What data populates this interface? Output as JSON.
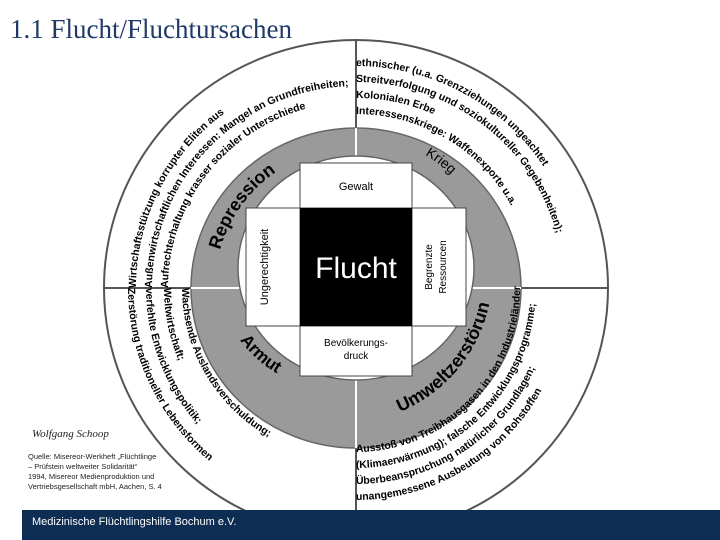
{
  "title": "1.1 Flucht/Fluchtursachen",
  "center": {
    "label": "Flucht",
    "top": "Gewalt",
    "left": "Ungerechtigkeit",
    "right_line1": "Begrenzte",
    "right_line2": "Ressourcen",
    "bottom_line1": "Bevölkerungs-",
    "bottom_line2": "druck"
  },
  "middle_ring": {
    "repression": "Repression",
    "krieg": "Krieg",
    "armut": "Armut",
    "umweltzerstoerung": "Umweltzerstörung"
  },
  "outer_ring": {
    "q1": [
      "Aufrechterhaltung krasser sozialer Unterschiede",
      "Außenwirtschaftlichen Interessen: Mangel an Grundfreiheiten;",
      "Wirtschaftsstützung korrupter Eliten aus"
    ],
    "q2": [
      "ethnischer (u.a. Grenzziehungen ungeachtet",
      "Streitverfolgung und soziokultureller Gegebenheiten);",
      "Kolonialen Erbe",
      "Interessenskriege: Waffenexporte u.a."
    ],
    "q3": [
      "Wachsende Auslandsverschuldung;",
      "Zerstörung traditioneller Lebensformen",
      "verfehlte Entwicklungspolitik;",
      "Weltwirtschaft;"
    ],
    "q4": [
      "Ausstoß von Treibhausgasen in den Industrieländern",
      "(Klimaerwärmung); falsche Entwicklungsprogramme;",
      "Überbeanspruchung natürlicher Grundlagen;",
      "unangemessene Ausbeutung von Rohstoffen"
    ]
  },
  "credit": "Wolfgang Schoop",
  "source_lines": [
    "Quelle: Misereor-Werkheft „Flüchtlinge",
    "– Prüfstein weltweiter Solidarität“",
    "1994, Misereor Medienproduktion und",
    "Vertriebsgesellschaft mbH, Aachen, S. 4"
  ],
  "footer": "Medizinische Flüchtlingshilfe Bochum e.V.",
  "colors": {
    "title": "#1f3a66",
    "center_box": "#000000",
    "mid_ring": "#9a9a9a",
    "footer": "#0e2d52"
  }
}
